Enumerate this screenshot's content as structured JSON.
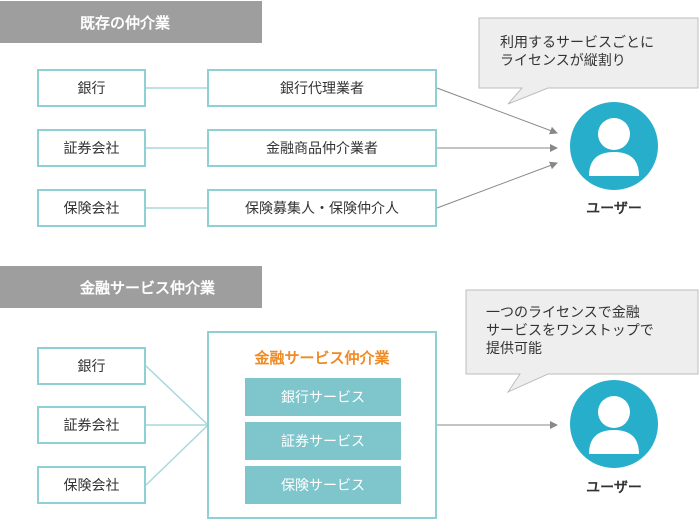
{
  "section1": {
    "title": "既存の仲介業",
    "providers": [
      "銀行",
      "証券会社",
      "保険会社"
    ],
    "intermediaries": [
      "銀行代理業者",
      "金融商品仲介業者",
      "保険募集人・保険仲介人"
    ],
    "bubble_lines": [
      "利用するサービスごとに",
      "ライセンスが縦割り"
    ],
    "user_label": "ユーザー"
  },
  "section2": {
    "title": "金融サービス仲介業",
    "providers": [
      "銀行",
      "証券会社",
      "保険会社"
    ],
    "panel_title": "金融サービス仲介業",
    "services": [
      "銀行サービス",
      "証券サービス",
      "保険サービス"
    ],
    "bubble_lines": [
      "一つのライセンスで金融",
      "サービスをワンストップで",
      "提供可能"
    ],
    "user_label": "ユーザー"
  },
  "colors": {
    "section_bar": "#9e9e9e",
    "box_border": "#8fd0d5",
    "service_fill": "#7ec6cc",
    "accent": "#f08a24",
    "user_icon": "#27aecb"
  }
}
